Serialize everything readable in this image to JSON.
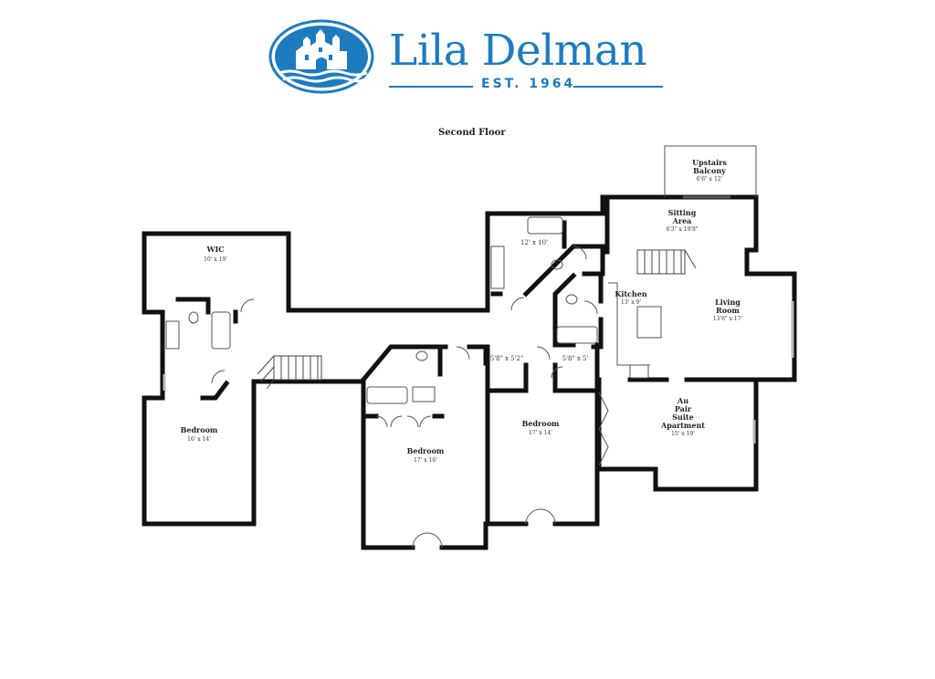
{
  "brand": {
    "name": "Lila Delman",
    "tagline": "EST. 1964",
    "color": "#1d7cc0"
  },
  "floor_title": "Second Floor",
  "rooms": {
    "wic": {
      "name": "WIC",
      "dim": "10' x 19'"
    },
    "bedroom1": {
      "name": "Bedroom",
      "dim": "16' x 14'"
    },
    "bedroom2": {
      "name": "Bedroom",
      "dim": "17' x 16'"
    },
    "bedroom3": {
      "name": "Bedroom",
      "dim": "17' x 14'"
    },
    "bath_upper": {
      "dim": "12' x 10'"
    },
    "closet_a": {
      "dim": "5'8\" x 5'2\""
    },
    "closet_b": {
      "dim": "5'8\" x 5'"
    },
    "kitchen": {
      "name": "Kitchen",
      "dim": "13' x 9'"
    },
    "living": {
      "name_line1": "Living",
      "name_line2": "Room",
      "dim": "13'6\" x 17'"
    },
    "sitting": {
      "name_line1": "Sitting",
      "name_line2": "Area",
      "dim": "6'3\" x 19'8\""
    },
    "balcony": {
      "name_line1": "Upstairs",
      "name_line2": "Balcony",
      "dim": "6'6\" x 12'"
    },
    "aupair": {
      "line1": "Au",
      "line2": "Pair",
      "line3": "Suite",
      "line4": "Apartment",
      "dim": "15' x 19'"
    }
  },
  "colors": {
    "wall": "#111111",
    "fixture": "#555555"
  }
}
